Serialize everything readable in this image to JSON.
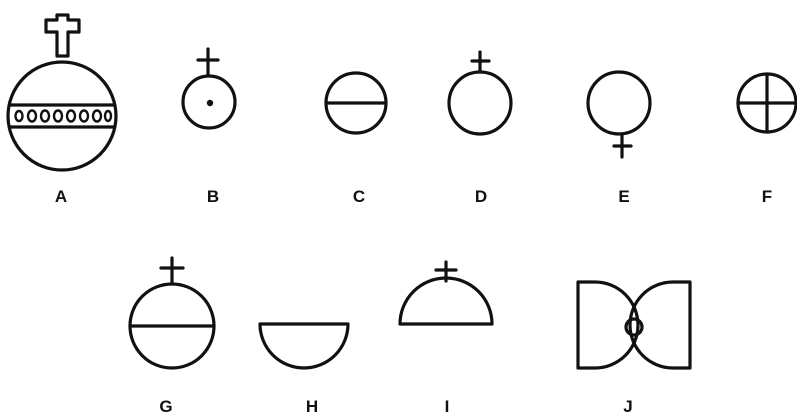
{
  "symbols": [
    {
      "label": "A"
    },
    {
      "label": "B"
    },
    {
      "label": "C"
    },
    {
      "label": "D"
    },
    {
      "label": "E"
    },
    {
      "label": "F"
    },
    {
      "label": "G"
    },
    {
      "label": "H"
    },
    {
      "label": "I"
    },
    {
      "label": "J"
    }
  ],
  "colors": {
    "ink": "#111111",
    "background": "#ffffff"
  }
}
